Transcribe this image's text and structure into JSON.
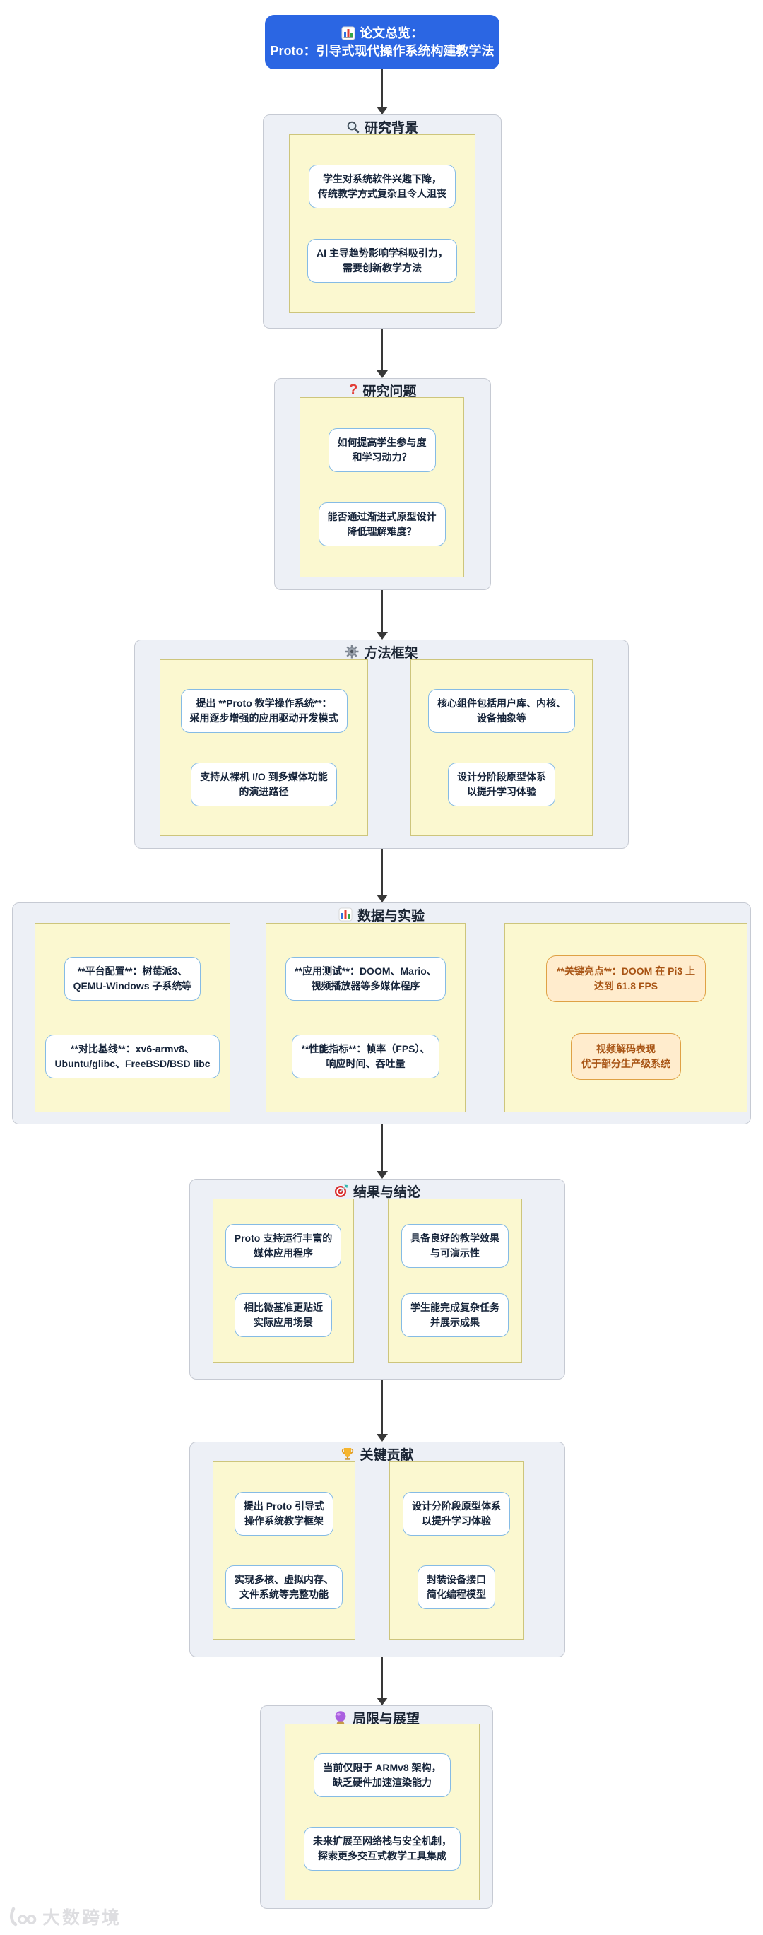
{
  "title_node": {
    "icon": "bar-chart-icon",
    "line1": "论文总览：",
    "line2": "Proto：引导式现代操作系统构建教学法"
  },
  "sections": {
    "background": {
      "icon": "magnifier-icon",
      "title": "研究背景",
      "boxes": [
        "学生对系统软件兴趣下降，\n传统教学方式复杂且令人沮丧",
        "AI 主导趋势影响学科吸引力，\n需要创新教学方法"
      ]
    },
    "questions": {
      "icon": "question-mark-icon",
      "title": "研究问题",
      "boxes": [
        "如何提高学生参与度\n和学习动力？",
        "能否通过渐进式原型设计\n降低理解难度？"
      ]
    },
    "method": {
      "icon": "gear-icon",
      "title": "方法框架",
      "left_boxes": [
        "提出 **Proto 教学操作系统**：\n采用逐步增强的应用驱动开发模式",
        "支持从裸机 I/O 到多媒体功能\n的演进路径"
      ],
      "right_boxes": [
        "核心组件包括用户库、内核、\n设备抽象等",
        "设计分阶段原型体系\n以提升学习体验"
      ]
    },
    "experiments": {
      "icon": "bar-chart-icon",
      "title": "数据与实验",
      "platform_boxes": [
        "**平台配置**：树莓派3、\nQEMU-Windows 子系统等",
        "**对比基线**：xv6-armv8、\nUbuntu/glibc、FreeBSD/BSD libc"
      ],
      "testing_boxes": [
        "**应用测试**：DOOM、Mario、\n视频播放器等多媒体程序",
        "**性能指标**：帧率（FPS）、\n响应时间、吞吐量"
      ],
      "highlight_boxes": [
        "**关键亮点**：DOOM 在 Pi3 上\n达到 61.8 FPS",
        "视频解码表现\n优于部分生产级系统"
      ]
    },
    "results": {
      "icon": "target-icon",
      "title": "结果与结论",
      "left_boxes": [
        "Proto 支持运行丰富的\n媒体应用程序",
        "相比微基准更贴近\n实际应用场景"
      ],
      "right_boxes": [
        "具备良好的教学效果\n与可演示性",
        "学生能完成复杂任务\n并展示成果"
      ]
    },
    "contributions": {
      "icon": "trophy-icon",
      "title": "关键贡献",
      "left_boxes": [
        "提出 Proto 引导式\n操作系统教学框架",
        "实现多核、虚拟内存、\n文件系统等完整功能"
      ],
      "right_boxes": [
        "设计分阶段原型体系\n以提升学习体验",
        "封装设备接口\n简化编程模型"
      ]
    },
    "limitations": {
      "icon": "crystal-ball-icon",
      "title": "局限与展望",
      "boxes": [
        "当前仅限于 ARMv8 架构，\n缺乏硬件加速渲染能力",
        "未来扩展至网络栈与安全机制，\n探索更多交互式教学工具集成"
      ]
    }
  },
  "watermark": {
    "logo": "100",
    "brand": "大数跨境"
  },
  "colors": {
    "title_node_blue": "#2b66e3",
    "container_bg": "#edf0f6",
    "container_border": "#c6cad3",
    "panel_yellow": "#fbf8d0",
    "panel_border": "#cdc57c",
    "node_border_blue": "#85bbe5",
    "node_text": "#16243a",
    "highlight_bg": "#ffeccd",
    "highlight_border": "#dfa145",
    "highlight_text": "#a85414",
    "edge": "#383838",
    "question_red": "#e2403a"
  }
}
